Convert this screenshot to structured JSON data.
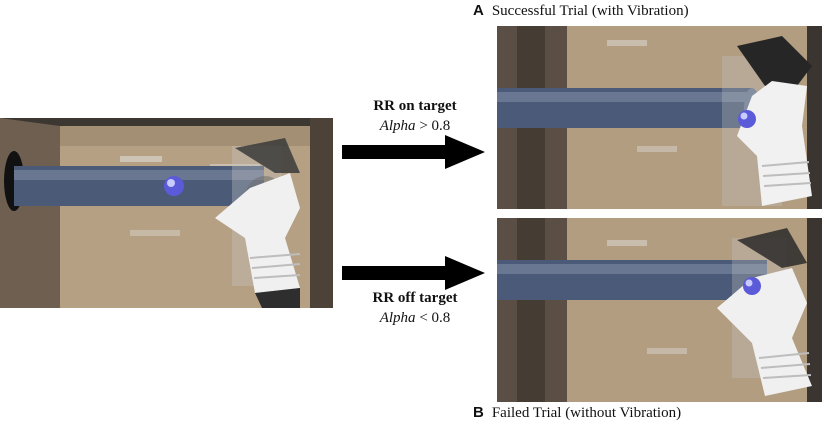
{
  "conditions": {
    "on_target": {
      "label": "RR on target",
      "alpha_word": "Alpha",
      "operator": ">",
      "value": "0.8"
    },
    "off_target": {
      "label": "RR off target",
      "alpha_word": "Alpha",
      "operator": "<",
      "value": "0.8"
    }
  },
  "results": {
    "a": {
      "letter": "A",
      "text": "Successful Trial (with Vibration)"
    },
    "b": {
      "letter": "B",
      "text": "Failed Trial (without Vibration)"
    }
  },
  "colors": {
    "box_wood": "#b39d80",
    "wall_dark": "#3a3430",
    "tube": "#4a5a78",
    "glove": "#f2f2f2",
    "ball": "#5a5ad8",
    "arrow": "#000000"
  }
}
